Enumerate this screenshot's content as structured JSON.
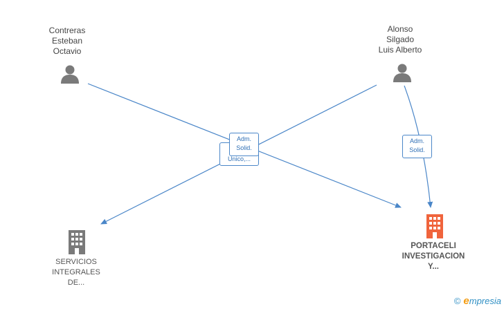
{
  "nodes": {
    "person_1": {
      "name_lines": [
        "Contreras",
        "Esteban",
        "Octavio"
      ]
    },
    "person_2": {
      "name_lines": [
        "Alonso",
        "Silgado",
        "Luis Alberto"
      ]
    },
    "company_1": {
      "name_lines": [
        "SERVICIOS",
        "INTEGRALES",
        "DE..."
      ]
    },
    "company_2": {
      "name_lines": [
        "PORTACELI",
        "INVESTIGACION",
        "Y..."
      ]
    }
  },
  "edges": [
    {
      "from": "person_1",
      "to": "company_2",
      "label_lines": [
        "Adm.",
        "Solid."
      ]
    },
    {
      "from": "person_2",
      "to": "company_1",
      "label_lines": [
        "Unico,..."
      ]
    },
    {
      "from": "person_2",
      "to": "company_2",
      "label_lines": [
        "Adm.",
        "Solid."
      ]
    }
  ],
  "colors": {
    "edge": "#4a86c8",
    "person_icon": "#7a7a7a",
    "company_icon": "#7a7a7a",
    "company_main_icon": "#f0643c"
  },
  "watermark": {
    "symbol": "©",
    "brand_initial": "e",
    "brand_rest": "mpresia"
  }
}
